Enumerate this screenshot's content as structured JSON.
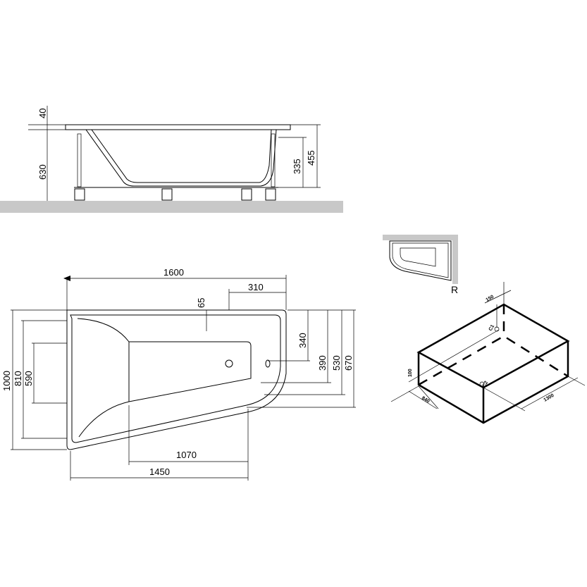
{
  "side_view": {
    "dims": {
      "rim": "40",
      "height": "630",
      "inner_depth": "335",
      "total": "455"
    }
  },
  "plan_view": {
    "dims": {
      "length": "1600",
      "drain_offset": "310",
      "overflow": "65",
      "d340": "340",
      "d390": "390",
      "d530": "530",
      "d670": "670",
      "width": "1000",
      "d810": "810",
      "d590": "590",
      "d1070": "1070",
      "d1450": "1450"
    }
  },
  "orientation_thumbnail": {
    "label": "R"
  },
  "iso_view": {
    "dims": {
      "top": "150",
      "c1": "C1",
      "c2": "C2",
      "height": "100",
      "depth": "840",
      "length": "1300"
    }
  },
  "colors": {
    "floor": "#c8c8c8",
    "line": "#000000"
  }
}
